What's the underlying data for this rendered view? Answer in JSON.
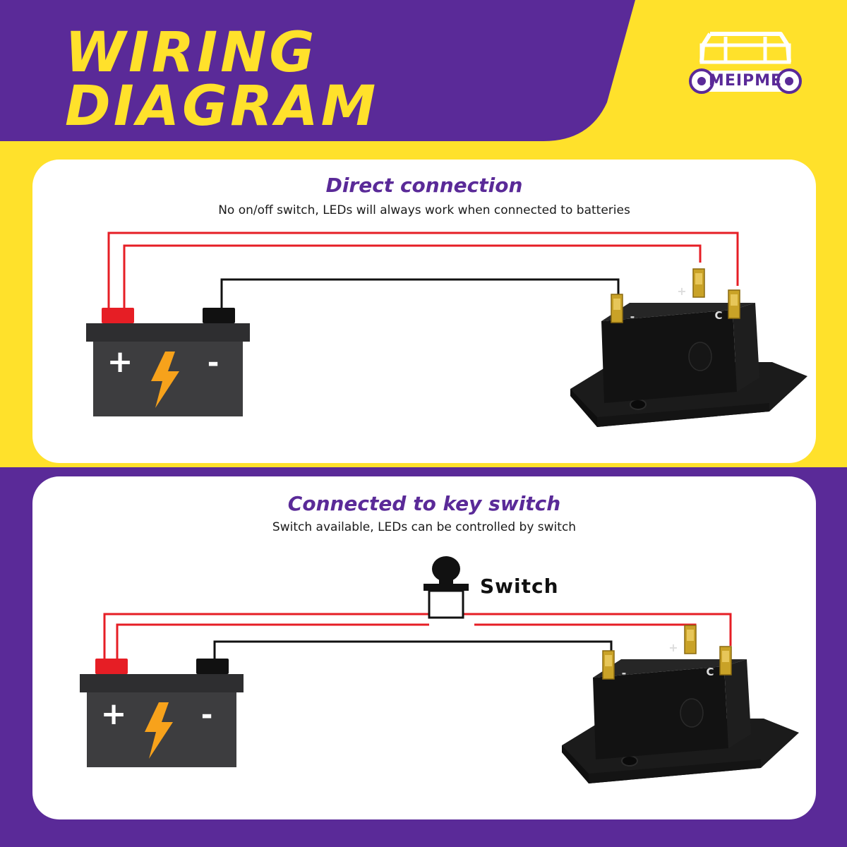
{
  "header": {
    "title_line_1": "WIRING",
    "title_line_2": "DIAGRAM"
  },
  "logo": {
    "brand": "MEIPME",
    "icon": "golf-cart-icon"
  },
  "sections": [
    {
      "title": "Direct connection",
      "subtitle": "No on/off switch, LEDs will always work when connected to batteries"
    },
    {
      "title": "Connected to key switch",
      "subtitle": "Switch available, LEDs can be controlled by switch",
      "switch_label": "Switch"
    }
  ],
  "battery": {
    "plus_symbol": "+",
    "minus_symbol": "-"
  },
  "device": {
    "plus_mark": "+",
    "minus_mark": "-",
    "c_mark": "C"
  },
  "colors": {
    "purple": "#5a2a98",
    "yellow": "#ffe12b",
    "red_wire": "#e61e25",
    "black_wire": "#111111",
    "battery_body": "#3d3d3f",
    "bolt": "#f7a21b"
  }
}
